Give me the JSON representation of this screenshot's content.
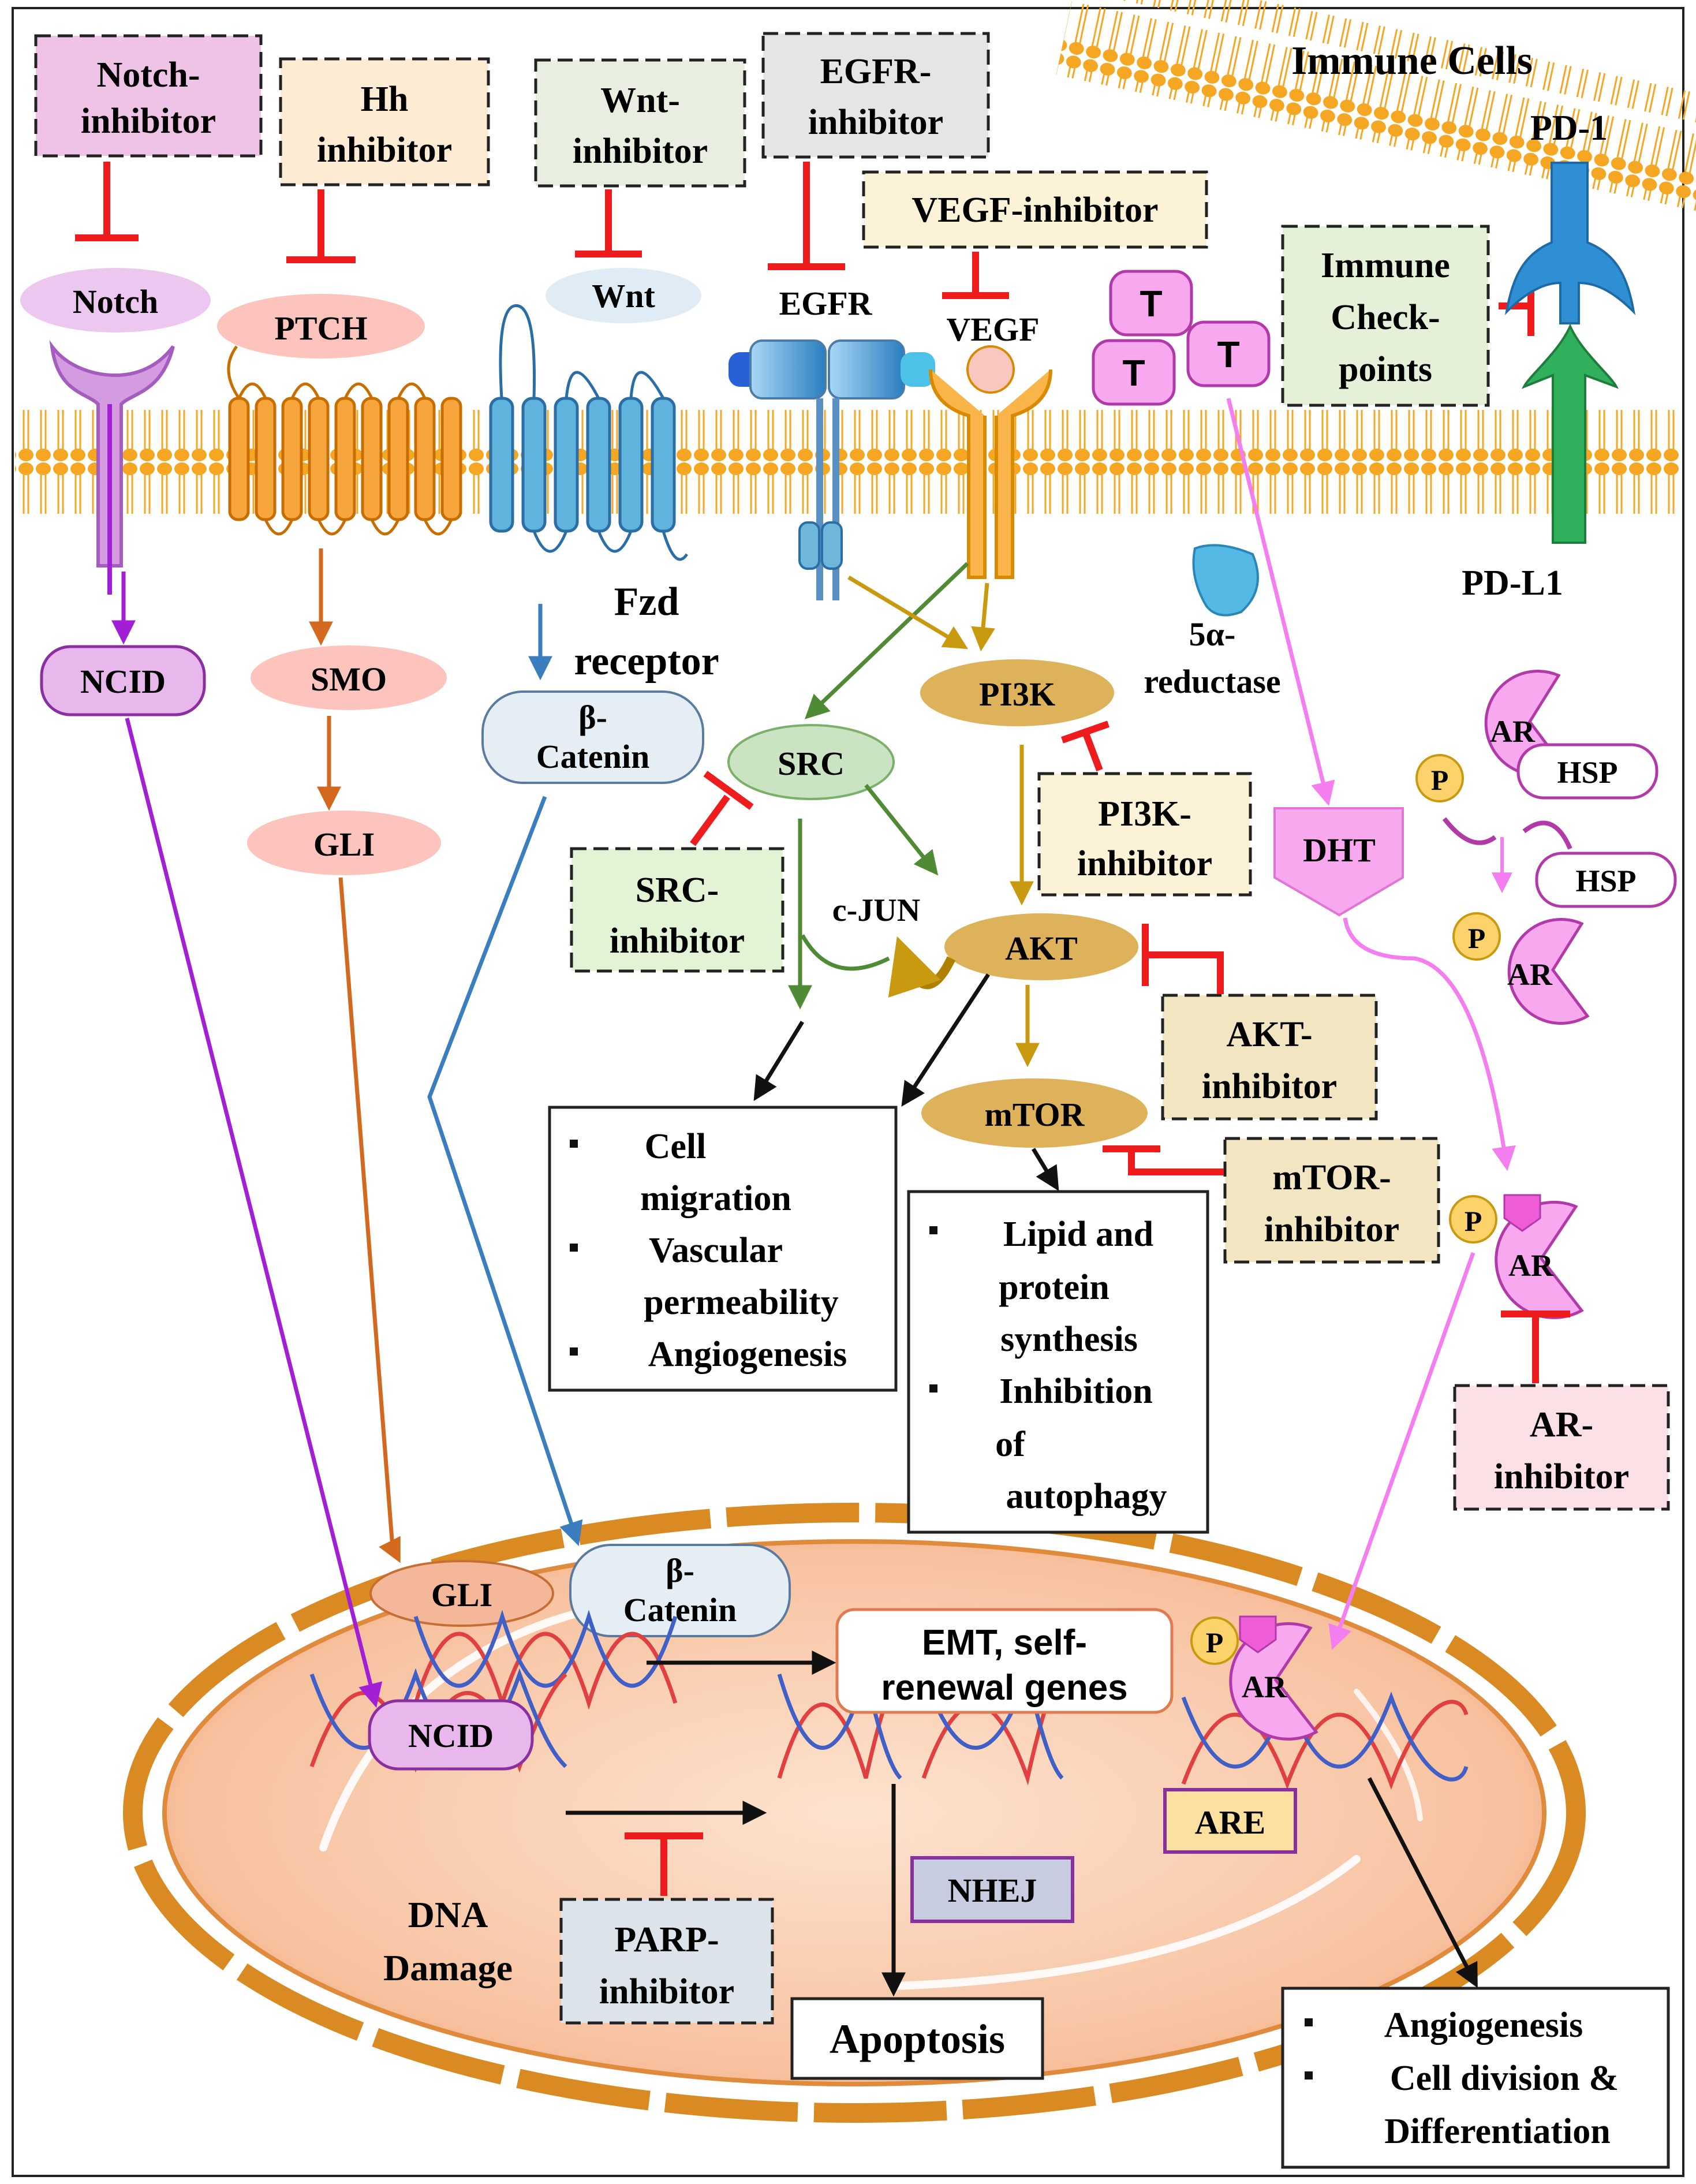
{
  "colors": {
    "red": "#ee1c1c",
    "purple": "#a21fd6",
    "orange": "#d2691e",
    "blue": "#3a7ebf",
    "green": "#4f8a34",
    "gold": "#c99a10",
    "pink": "#f47ef0",
    "black": "#111111"
  },
  "inhibitors": {
    "notch": [
      "Notch-",
      "inhibitor"
    ],
    "hh": [
      "Hh",
      "inhibitor"
    ],
    "wnt": [
      "Wnt-",
      "inhibitor"
    ],
    "egfr": [
      "EGFR-",
      "inhibitor"
    ],
    "vegf": [
      "VEGF-inhibitor"
    ],
    "immune": [
      "Immune",
      "Check-",
      "points"
    ],
    "pi3k": [
      "PI3K-",
      "inhibitor"
    ],
    "src": [
      "SRC-",
      "inhibitor"
    ],
    "akt": [
      "AKT-",
      "inhibitor"
    ],
    "mtor": [
      "mTOR-",
      "inhibitor"
    ],
    "ar": [
      "AR-",
      "inhibitor"
    ],
    "parp": [
      "PARP-",
      "inhibitor"
    ]
  },
  "labels": {
    "immune_cells": "Immune Cells",
    "pd1": "PD-1",
    "pdl1": "PD-L1",
    "notch": "Notch",
    "ptch": "PTCH",
    "wnt": "Wnt",
    "egfr": "EGFR",
    "vegf": "VEGF",
    "t": "T",
    "ncid": "NCID",
    "smo": "SMO",
    "gli": "GLI",
    "fzd": [
      "Fzd",
      "receptor"
    ],
    "beta_catenin": [
      "β-",
      "Catenin"
    ],
    "src": "SRC",
    "pi3k": "PI3K",
    "cjun": "c-JUN",
    "akt": "AKT",
    "mtor": "mTOR",
    "reductase": [
      "5α-",
      "reductase"
    ],
    "dht": "DHT",
    "ar": "AR",
    "hsp": "HSP",
    "p": "P",
    "ncid_nucleus": "NCID",
    "gli_nucleus": "GLI",
    "beta_catenin_nucleus": [
      "β-",
      "Catenin"
    ],
    "emt": [
      "EMT, self-",
      "renewal genes"
    ],
    "are": "ARE",
    "dna_damage": [
      "DNA",
      "Damage"
    ],
    "nhej": "NHEJ",
    "apoptosis": "Apoptosis"
  },
  "outcomes": {
    "src": [
      [
        "Cell",
        "migration"
      ],
      [
        "Vascular",
        "permeability"
      ],
      [
        "Angiogenesis"
      ]
    ],
    "mtor": [
      [
        "Lipid and",
        "protein",
        "synthesis"
      ],
      [
        "Inhibition",
        "of",
        "autophagy"
      ]
    ],
    "ar": [
      [
        "Angiogenesis"
      ],
      [
        "Cell division &",
        "Differentiation"
      ]
    ]
  }
}
